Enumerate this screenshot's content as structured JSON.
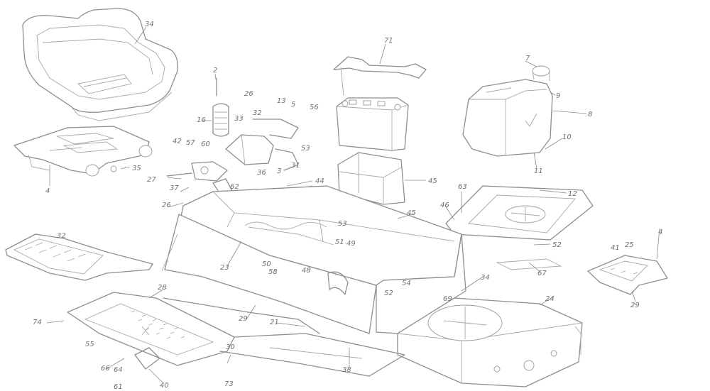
{
  "callouts": [
    {
      "id": "c-seat",
      "text": "34"
    },
    {
      "id": "c-seat-bracket",
      "text": "4"
    },
    {
      "id": "c-seat-knob",
      "text": "35"
    },
    {
      "id": "c-batt-clamp",
      "text": "71"
    },
    {
      "id": "c-batt-tray",
      "text": "45"
    },
    {
      "id": "c-fuel-cap",
      "text": "7"
    },
    {
      "id": "c-fuel-9",
      "text": "9"
    },
    {
      "id": "c-fuel-8",
      "text": "8"
    },
    {
      "id": "c-fuel-10",
      "text": "10"
    },
    {
      "id": "c-fuel-11",
      "text": "11"
    },
    {
      "id": "c-fuel-plate",
      "text": "12"
    },
    {
      "id": "c-top-2",
      "text": "2"
    },
    {
      "id": "c-spring",
      "text": "16"
    },
    {
      "id": "c-33",
      "text": "33"
    },
    {
      "id": "c-32a",
      "text": "32"
    },
    {
      "id": "c-26a",
      "text": "26"
    },
    {
      "id": "c-13",
      "text": "13"
    },
    {
      "id": "c-5",
      "text": "5"
    },
    {
      "id": "c-56",
      "text": "56"
    },
    {
      "id": "c-42",
      "text": "42"
    },
    {
      "id": "c-57",
      "text": "57"
    },
    {
      "id": "c-60",
      "text": "60"
    },
    {
      "id": "c-27",
      "text": "27"
    },
    {
      "id": "c-36",
      "text": "36"
    },
    {
      "id": "c-3",
      "text": "3"
    },
    {
      "id": "c-31a",
      "text": "31"
    },
    {
      "id": "c-53a",
      "text": "53"
    },
    {
      "id": "c-44",
      "text": "44"
    },
    {
      "id": "c-37",
      "text": "37"
    },
    {
      "id": "c-26b",
      "text": "26"
    },
    {
      "id": "c-62",
      "text": "62"
    },
    {
      "id": "c-63",
      "text": "63"
    },
    {
      "id": "c-46",
      "text": "46"
    },
    {
      "id": "c-45b",
      "text": "45"
    },
    {
      "id": "c-52a",
      "text": "52"
    },
    {
      "id": "c-67",
      "text": "67"
    },
    {
      "id": "c-23",
      "text": "23"
    },
    {
      "id": "c-50",
      "text": "50"
    },
    {
      "id": "c-48",
      "text": "48"
    },
    {
      "id": "c-53b",
      "text": "53"
    },
    {
      "id": "c-51",
      "text": "51"
    },
    {
      "id": "c-49",
      "text": "49"
    },
    {
      "id": "c-58",
      "text": "58"
    },
    {
      "id": "c-footrest-l",
      "text": "32"
    },
    {
      "id": "c-footrest-r-4",
      "text": "4"
    },
    {
      "id": "c-41",
      "text": "41"
    },
    {
      "id": "c-25",
      "text": "25"
    },
    {
      "id": "c-29b",
      "text": "29"
    },
    {
      "id": "c-24",
      "text": "24"
    },
    {
      "id": "c-34b",
      "text": "34"
    },
    {
      "id": "c-69",
      "text": "69"
    },
    {
      "id": "c-52b",
      "text": "52"
    },
    {
      "id": "c-54",
      "text": "54"
    },
    {
      "id": "c-28",
      "text": "28"
    },
    {
      "id": "c-29",
      "text": "29"
    },
    {
      "id": "c-38",
      "text": "38"
    },
    {
      "id": "c-21",
      "text": "21"
    },
    {
      "id": "c-74",
      "text": "74"
    },
    {
      "id": "c-55",
      "text": "55"
    },
    {
      "id": "c-61",
      "text": "61"
    },
    {
      "id": "c-66",
      "text": "66"
    },
    {
      "id": "c-64",
      "text": "64"
    },
    {
      "id": "c-40",
      "text": "40"
    },
    {
      "id": "c-73",
      "text": "73"
    },
    {
      "id": "c-30",
      "text": "30"
    }
  ]
}
